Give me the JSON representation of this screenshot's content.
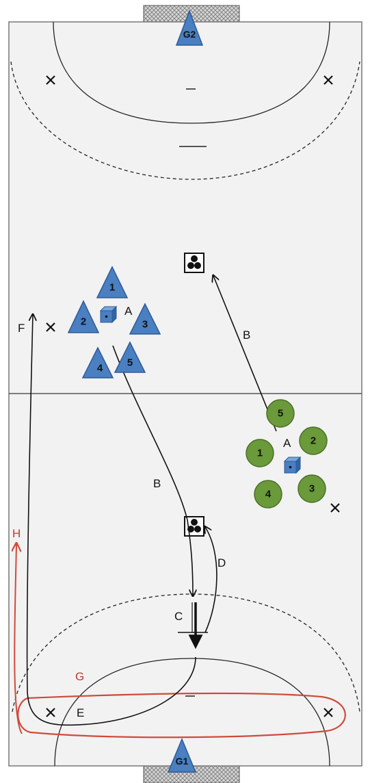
{
  "goalkeepers": {
    "top": "G2",
    "bottom": "G1"
  },
  "team_blue": {
    "players": [
      "1",
      "2",
      "3",
      "4",
      "5"
    ]
  },
  "team_green": {
    "players": [
      "5",
      "1",
      "2",
      "4",
      "3"
    ]
  },
  "labels": {
    "a_blue": "A",
    "a_green": "A",
    "b_top": "B",
    "b_bottom": "B",
    "c": "C",
    "d": "D",
    "e": "E",
    "f": "F",
    "g": "G",
    "h": "H"
  },
  "colors": {
    "court": "#f2f2f2",
    "blue_player": "#4a7fc1",
    "green_player": "#6a9a3a",
    "run_path": "#d04a3a"
  }
}
